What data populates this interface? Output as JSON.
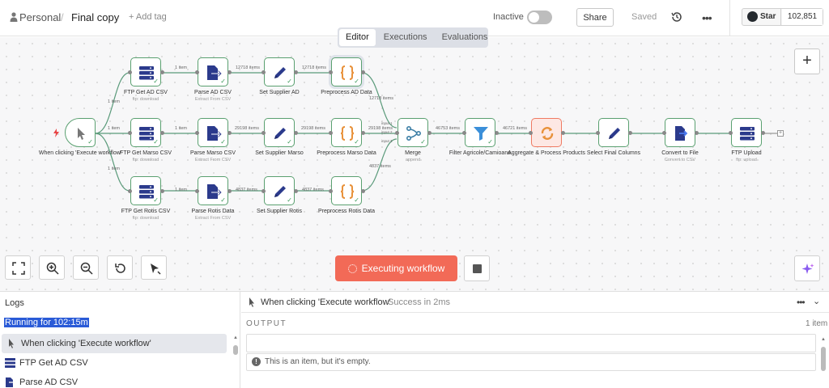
{
  "header": {
    "workspace": "Personal",
    "separator": "/",
    "workflow_name": "Final copy",
    "add_tag": "+ Add tag",
    "active_label": "Inactive",
    "share_label": "Share",
    "save_status": "Saved",
    "github": {
      "star_label": "Star",
      "star_count": "102,851"
    }
  },
  "tabs": [
    {
      "label": "Editor",
      "active": true
    },
    {
      "label": "Executions",
      "active": false
    },
    {
      "label": "Evaluations",
      "active": false
    }
  ],
  "nodes": [
    {
      "id": "trigger",
      "label": "When clicking 'Execute workflow'",
      "sub": "",
      "icon": "cursor-icon"
    },
    {
      "id": "ftp_ad",
      "label": "FTP Get AD CSV",
      "sub": "ftp: download",
      "icon": "server-icon"
    },
    {
      "id": "ftp_marso",
      "label": "FTP Get Marso CSV",
      "sub": "ftp: download",
      "icon": "server-icon"
    },
    {
      "id": "ftp_rotis",
      "label": "FTP Get Rotis CSV",
      "sub": "ftp: download",
      "icon": "server-icon"
    },
    {
      "id": "parse_ad",
      "label": "Parse AD CSV",
      "sub": "Extract From CSV",
      "icon": "file-extract-icon"
    },
    {
      "id": "parse_marso",
      "label": "Parse Marso CSV",
      "sub": "Extract From CSV",
      "icon": "file-extract-icon"
    },
    {
      "id": "parse_rotis",
      "label": "Parse Rotis Data",
      "sub": "Extract From CSV",
      "icon": "file-extract-icon"
    },
    {
      "id": "set_ad",
      "label": "Set Supplier AD",
      "sub": "",
      "icon": "pencil-icon"
    },
    {
      "id": "set_marso",
      "label": "Set Supplier Marso",
      "sub": "",
      "icon": "pencil-icon"
    },
    {
      "id": "set_rotis",
      "label": "Set Supplier Rotis",
      "sub": "",
      "icon": "pencil-icon"
    },
    {
      "id": "pre_ad",
      "label": "Preprocess AD Data",
      "sub": "",
      "icon": "code-icon"
    },
    {
      "id": "pre_marso",
      "label": "Preprocess Marso Data",
      "sub": "",
      "icon": "code-icon"
    },
    {
      "id": "pre_rotis",
      "label": "Preprocess Rotis Data",
      "sub": "",
      "icon": "code-icon"
    },
    {
      "id": "merge",
      "label": "Merge",
      "sub": "append",
      "icon": "merge-icon"
    },
    {
      "id": "filter",
      "label": "Filter Agricole/Camioane",
      "sub": "",
      "icon": "filter-icon"
    },
    {
      "id": "aggregate",
      "label": "Aggregate & Process Products",
      "sub": "",
      "icon": "loop-icon"
    },
    {
      "id": "select",
      "label": "Select Final Columns",
      "sub": "",
      "icon": "pencil-icon"
    },
    {
      "id": "convert",
      "label": "Convert to File",
      "sub": "Convert to CSV",
      "icon": "file-convert-icon"
    },
    {
      "id": "upload",
      "label": "FTP Upload",
      "sub": "ftp: upload",
      "icon": "server-icon"
    }
  ],
  "wire_labels": {
    "trig_ad": "1 item",
    "trig_marso": "1 item",
    "trig_rotis": "1 item",
    "ftp_ad": "1 item",
    "ftp_marso": "1 item",
    "ftp_rotis": "1 item",
    "parse_ad": "12718 items",
    "parse_marso": "29198 items",
    "parse_rotis": "4837 items",
    "set_ad": "12718 items",
    "set_marso": "29198 items",
    "set_rotis": "4837 items",
    "pre_ad": "12718 items",
    "pre_marso": "29198 items",
    "pre_rotis": "4837 items",
    "merge_out": "46753 items",
    "filter_out": "46721 items",
    "input1": "input 1",
    "input2": "input 2",
    "input3": "input 3"
  },
  "execute_label": "Executing workflow",
  "logs": {
    "title": "Logs",
    "status": "Running for 102:15m",
    "items": [
      {
        "label": "When clicking 'Execute workflow'",
        "icon": "cursor-icon"
      },
      {
        "label": "FTP Get AD CSV",
        "icon": "server-icon"
      },
      {
        "label": "Parse AD CSV",
        "icon": "file-extract-icon"
      }
    ]
  },
  "output": {
    "node_name": "When clicking 'Execute workflow'",
    "status": "Success in 2ms",
    "label": "OUTPUT",
    "count": "1 item",
    "empty_msg": "This is an item, but it's empty."
  },
  "colors": {
    "accent": "#f26a57",
    "node_ok": "#5aa070",
    "icon_blue": "#2b3a8c",
    "code_orange": "#e8913a"
  }
}
